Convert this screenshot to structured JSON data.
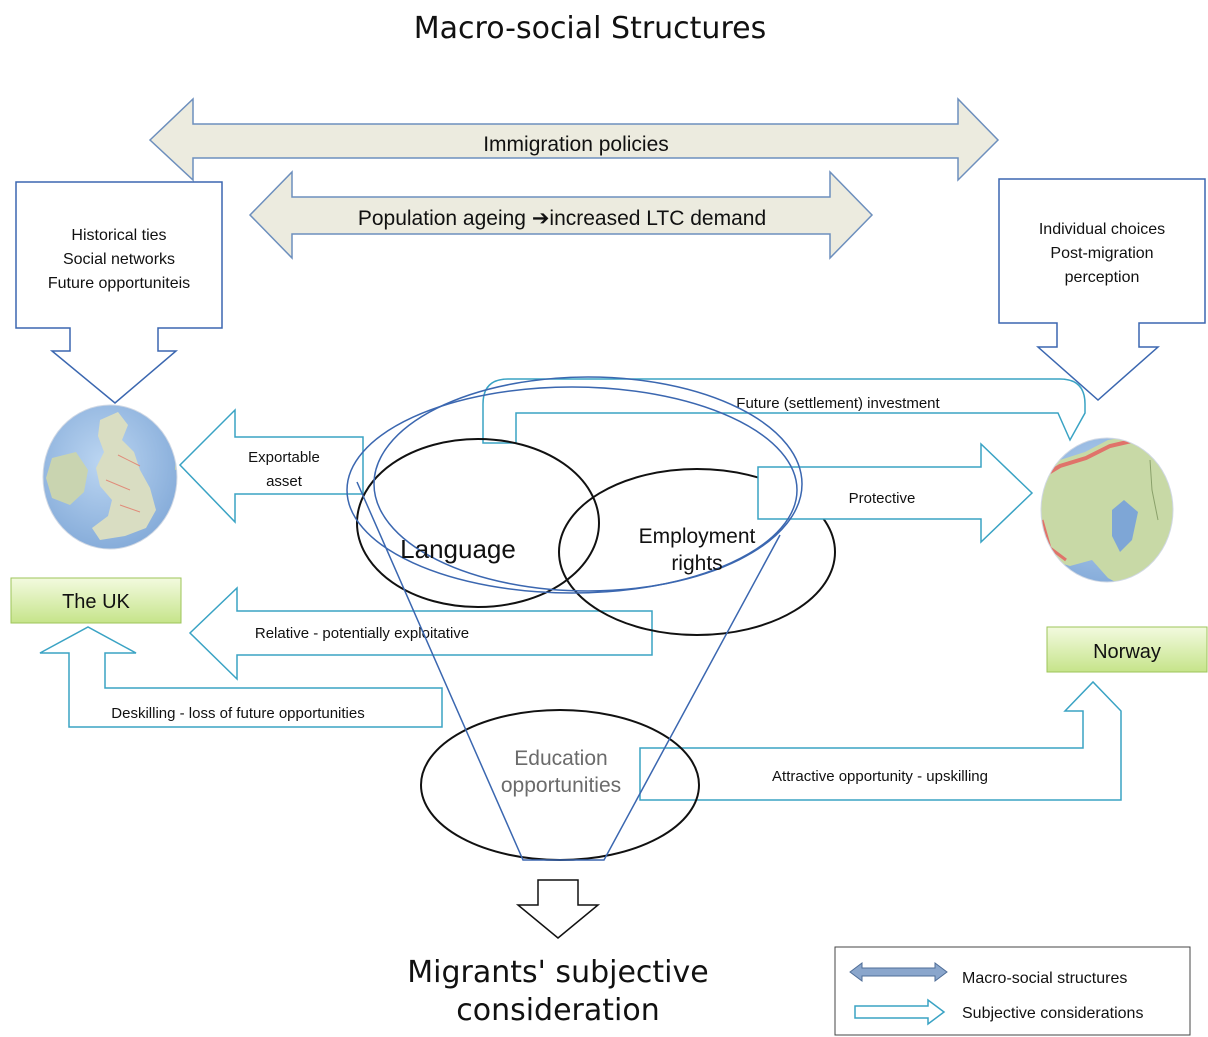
{
  "title": "Macro-social Structures",
  "bottom_title": [
    "Migrants' subjective",
    "consideration"
  ],
  "macro": {
    "immigration": "Immigration policies",
    "ageing": "Population ageing ➔increased LTC demand"
  },
  "callouts": {
    "uk": [
      "Historical ties",
      "Social networks",
      "Future opportuniteis"
    ],
    "norway": [
      "Individual choices",
      "Post-migration",
      "perception"
    ]
  },
  "countries": {
    "uk": "The UK",
    "norway": "Norway"
  },
  "circles": {
    "language": "Language",
    "employment": [
      "Employment",
      "rights"
    ],
    "education": [
      "Education",
      "opportunities"
    ]
  },
  "arrows": {
    "future": "Future (settlement) investment",
    "exportable": [
      "Exportable",
      "asset"
    ],
    "protective": "Protective",
    "relative": "Relative - potentially exploitative",
    "deskilling": "Deskilling -  loss of future opportunities",
    "attractive": "Attractive opportunity - upskilling"
  },
  "legend": {
    "macro": "Macro-social structures",
    "subjective": "Subjective considerations"
  },
  "colors": {
    "macro_fill": "#ecebdf",
    "macro_stroke": "#6d8fbd",
    "subjective_stroke": "#3aa3c4",
    "callout_stroke": "#3b67b0",
    "country_fill_top": "#f1f9d9",
    "country_fill_bottom": "#c6e48a"
  },
  "icons": {
    "uk_map": "uk-map-globe-icon",
    "norway_map": "norway-map-globe-icon"
  }
}
